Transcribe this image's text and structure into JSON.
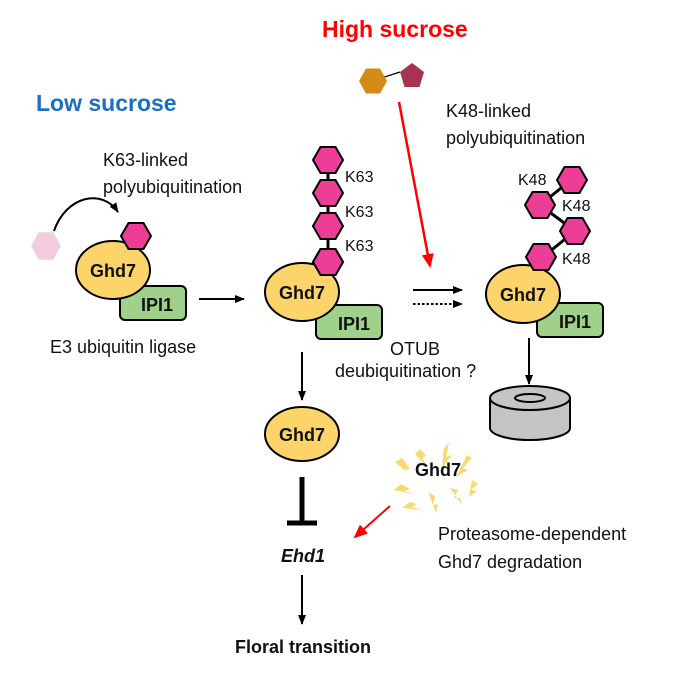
{
  "headings": {
    "low_sucrose": "Low sucrose",
    "high_sucrose": "High sucrose"
  },
  "labels": {
    "k63_line1": "K63-linked",
    "k63_line2": "polyubiquitination",
    "k48_line1": "K48-linked",
    "k48_line2": "polyubiquitination",
    "e3_ligase": "E3 ubiquitin ligase",
    "otub_line1": "OTUB",
    "otub_line2": "deubiquitination ?",
    "proteasome_line1": "Proteasome-dependent",
    "proteasome_line2": "Ghd7 degradation",
    "floral_transition": "Floral transition"
  },
  "proteins": {
    "ghd7": "Ghd7",
    "ipi1": "IPI1",
    "ehd1": "Ehd1"
  },
  "linkages": {
    "k63": [
      "K63",
      "K63",
      "K63"
    ],
    "k48": [
      "K48",
      "K48",
      "K48"
    ]
  },
  "colors": {
    "low_sucrose": "#1a6fbf",
    "high_sucrose": "#ff0000",
    "ubiquitin": "#ee3d96",
    "ubiquitin_free": "#f7c9df",
    "ghd7_fill": "#fcd46a",
    "ipi1_fill": "#9fd18b",
    "glucose": "#d48a14",
    "fructose": "#a83250",
    "proteasome": "#c4c4c4",
    "degradation_burst": "#f7d560",
    "inhibition_arrow": "#ff0000"
  }
}
